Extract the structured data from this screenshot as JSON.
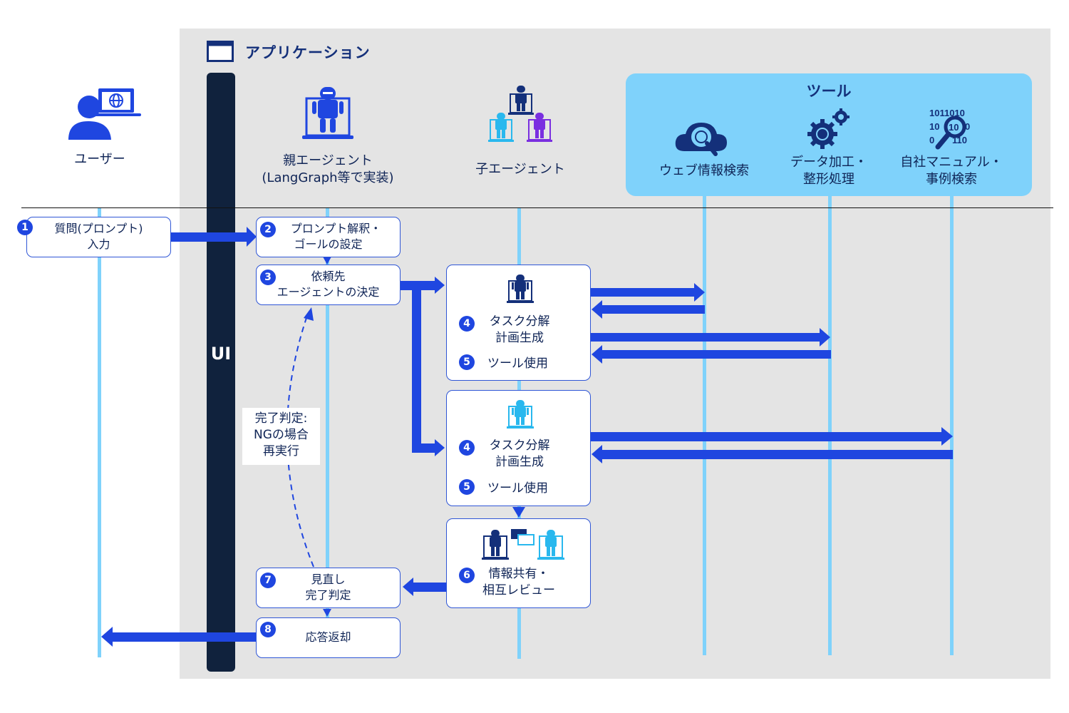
{
  "application": {
    "title": "アプリケーション",
    "ui_label": "UI"
  },
  "actors": {
    "user": "ユーザー",
    "parent_agent": [
      "親エージェント",
      "(LangGraph等で実装)"
    ],
    "child_agent": "子エージェント"
  },
  "tools": {
    "title": "ツール",
    "items": [
      {
        "icon": "cloud-search-icon",
        "label": [
          "ウェブ情報検索"
        ]
      },
      {
        "icon": "gears-icon",
        "label": [
          "データ加工・",
          "整形処理"
        ]
      },
      {
        "icon": "binary-search-icon",
        "label": [
          "自社マニュアル・",
          "事例検索"
        ]
      }
    ]
  },
  "steps": {
    "s1": {
      "num": "1",
      "lines": [
        "質問(プロンプト)",
        "入力"
      ]
    },
    "s2": {
      "num": "2",
      "lines": [
        "プロンプト解釈・",
        "ゴールの設定"
      ]
    },
    "s3": {
      "num": "3",
      "lines": [
        "依頼先",
        "エージェントの決定"
      ]
    },
    "child1": {
      "num4": "4",
      "task": [
        "タスク分解",
        "計画生成"
      ],
      "num5": "5",
      "tool": "ツール使用"
    },
    "child2": {
      "num4": "4",
      "task": [
        "タスク分解",
        "計画生成"
      ],
      "num5": "5",
      "tool": "ツール使用"
    },
    "s6": {
      "num": "6",
      "lines": [
        "情報共有・",
        "相互レビュー"
      ]
    },
    "s7": {
      "num": "7",
      "lines": [
        "見直し",
        "完了判定"
      ]
    },
    "s8": {
      "num": "8",
      "lines": [
        "応答返却"
      ]
    }
  },
  "note": {
    "lines": [
      "完了判定:",
      "NGの場合",
      "再実行"
    ]
  },
  "colors": {
    "accent": "#1f46e0",
    "lifeline": "#7fd2fb",
    "panel": "#e4e4e4",
    "ui_bar": "#10223d",
    "tools_panel": "#7fd2fb"
  }
}
